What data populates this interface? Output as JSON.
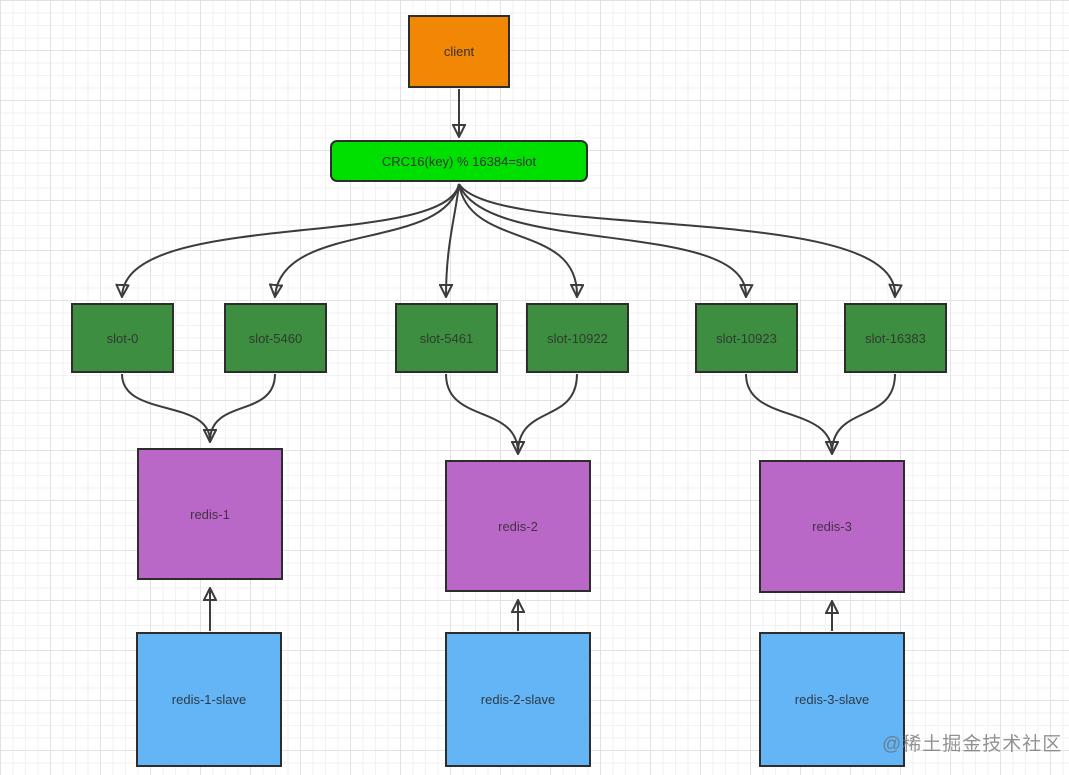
{
  "diagram": {
    "title_hint": "redis cluster slot sharding diagram",
    "client": {
      "label": "client",
      "fill": "#F28705"
    },
    "crc": {
      "label": "CRC16(key) % 16384=slot",
      "fill": "#00E000"
    },
    "slots": [
      {
        "label": "slot-0"
      },
      {
        "label": "slot-5460"
      },
      {
        "label": "slot-5461"
      },
      {
        "label": "slot-10922"
      },
      {
        "label": "slot-10923"
      },
      {
        "label": "slot-16383"
      }
    ],
    "masters": [
      {
        "label": "redis-1"
      },
      {
        "label": "redis-2"
      },
      {
        "label": "redis-3"
      }
    ],
    "slaves": [
      {
        "label": "redis-1-slave"
      },
      {
        "label": "redis-2-slave"
      },
      {
        "label": "redis-3-slave"
      }
    ],
    "edges": [
      {
        "from": "client",
        "to": "CRC16(key) % 16384=slot"
      },
      {
        "from": "CRC16(key) % 16384=slot",
        "to": "slot-0"
      },
      {
        "from": "CRC16(key) % 16384=slot",
        "to": "slot-5460"
      },
      {
        "from": "CRC16(key) % 16384=slot",
        "to": "slot-5461"
      },
      {
        "from": "CRC16(key) % 16384=slot",
        "to": "slot-10922"
      },
      {
        "from": "CRC16(key) % 16384=slot",
        "to": "slot-10923"
      },
      {
        "from": "CRC16(key) % 16384=slot",
        "to": "slot-16383"
      },
      {
        "from": "slot-0",
        "to": "redis-1"
      },
      {
        "from": "slot-5460",
        "to": "redis-1"
      },
      {
        "from": "slot-5461",
        "to": "redis-2"
      },
      {
        "from": "slot-10922",
        "to": "redis-2"
      },
      {
        "from": "slot-10923",
        "to": "redis-3"
      },
      {
        "from": "slot-16383",
        "to": "redis-3"
      },
      {
        "from": "redis-1-slave",
        "to": "redis-1"
      },
      {
        "from": "redis-2-slave",
        "to": "redis-2"
      },
      {
        "from": "redis-3-slave",
        "to": "redis-3"
      }
    ],
    "colors": {
      "slot_fill": "#3E8E41",
      "master_fill": "#BA68C8",
      "slave_fill": "#64B5F6",
      "node_border": "#2D2D2D",
      "edge_stroke": "#3C3C3C",
      "grid_major": "#E2E2E2",
      "grid_minor": "#F2F2F2"
    }
  },
  "watermark": {
    "text": "@稀土掘金技术社区"
  }
}
